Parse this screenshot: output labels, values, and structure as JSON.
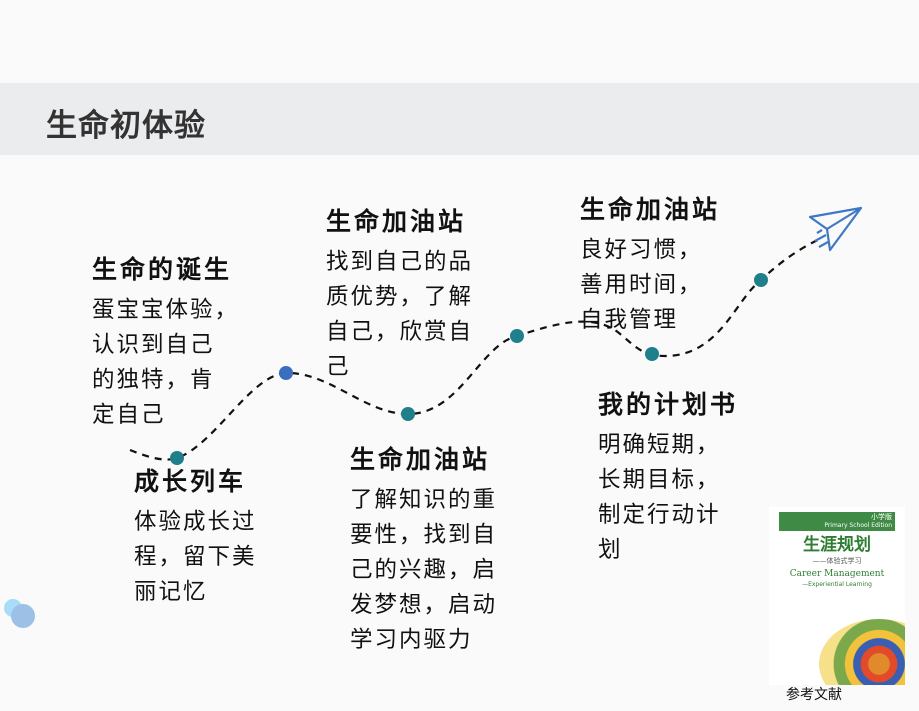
{
  "header": {
    "title": "生命初体验"
  },
  "nodes": [
    {
      "title": "生命的诞生",
      "lines": [
        "蛋宝宝体验，",
        "认识到自己",
        "的独特，肯",
        "定自己"
      ]
    },
    {
      "title": "成长列车",
      "lines": [
        "体验成长过",
        "程，留下美",
        "丽记忆"
      ]
    },
    {
      "title": "生命加油站",
      "lines": [
        "找到自己的品",
        "质优势，了解",
        "自己，欣赏自",
        "己"
      ]
    },
    {
      "title": "生命加油站",
      "lines": [
        "了解知识的重",
        "要性，找到自",
        "己的兴趣，启",
        "发梦想，启动",
        "学习内驱力"
      ]
    },
    {
      "title": "生命加油站",
      "lines": [
        "良好习惯，",
        "善用时间，",
        "自我管理"
      ]
    },
    {
      "title": "我的计划书",
      "lines": [
        "明确短期，",
        "长期目标，",
        "制定行动计",
        "划"
      ]
    }
  ],
  "book": {
    "edition": "小学版",
    "edition_en": "Primary School Edition",
    "title": "生涯规划",
    "subtitle": "——体验式学习",
    "title_en": "Career Management",
    "subtitle_en": "—Experiential Learning"
  },
  "reference_label": "参考文献",
  "colors": {
    "teal": "#1f7f8a",
    "blue": "#3a6fbf",
    "plane": "#3f78c4",
    "band": "#ebecee"
  }
}
